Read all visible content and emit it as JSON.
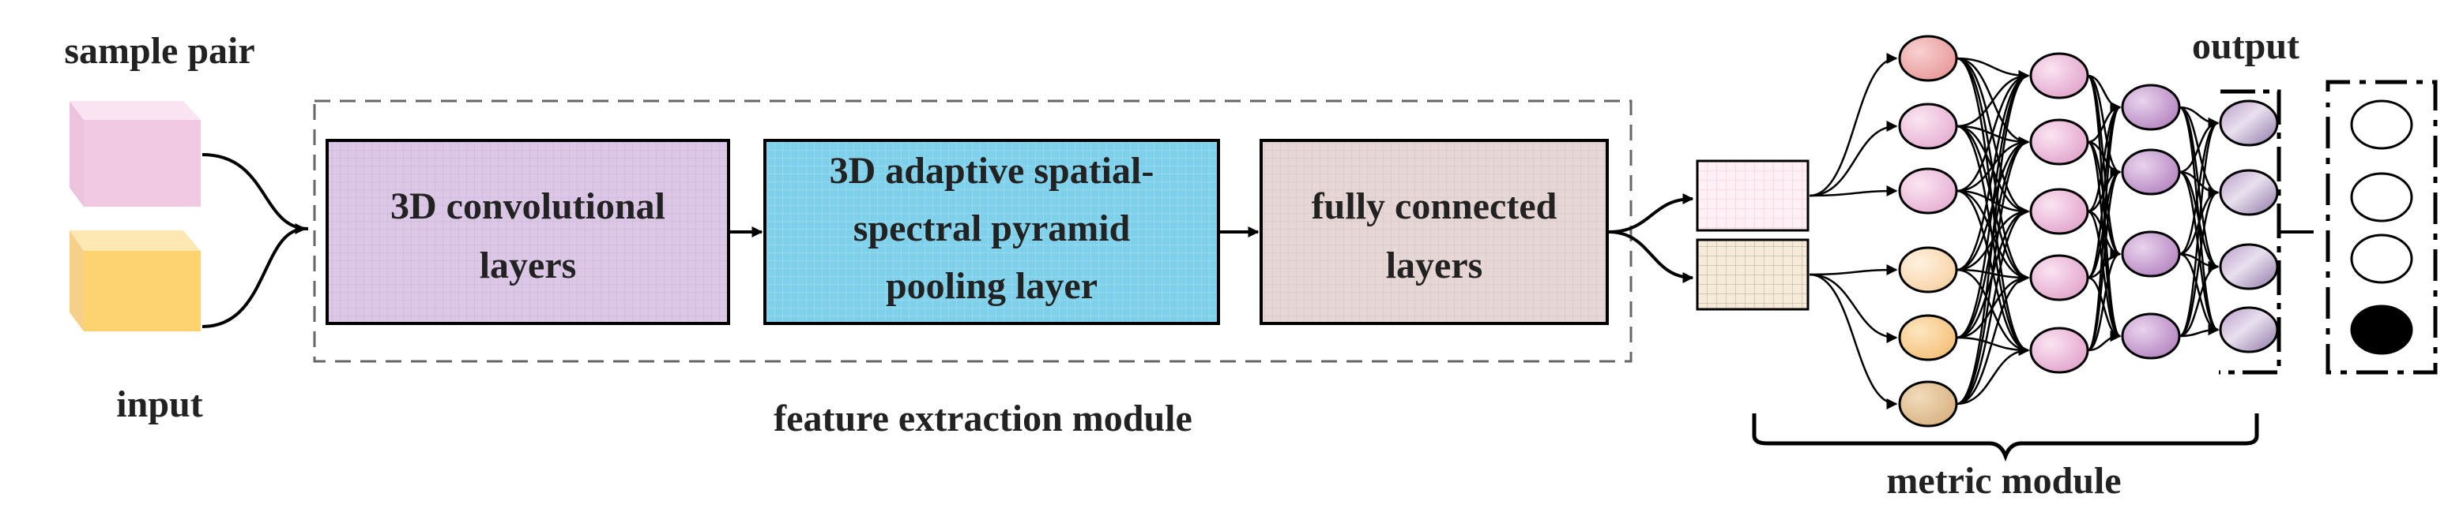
{
  "labels": {
    "sample_pair": "sample pair",
    "input": "input",
    "output": "output",
    "feature_module": "feature extraction module",
    "metric_module": "metric module"
  },
  "blocks": {
    "conv": {
      "line1": "3D convolutional",
      "line2": "layers"
    },
    "aspp": {
      "line1": "3D adaptive spatial-",
      "line2": "spectral pyramid",
      "line3": "pooling layer"
    },
    "fc": {
      "line1": "fully connected",
      "line2": "layers"
    }
  },
  "colors": {
    "conv_fill": "#dcc8e6",
    "aspp_fill": "#7fd0ea",
    "fc_fill": "#e6d6d6",
    "sample_cube": "#f0c8e0",
    "input_cube": "#fdd36f",
    "feature_top": "#fff0f5",
    "feature_bottom": "#f6ead8",
    "output_filled": "#000000"
  }
}
